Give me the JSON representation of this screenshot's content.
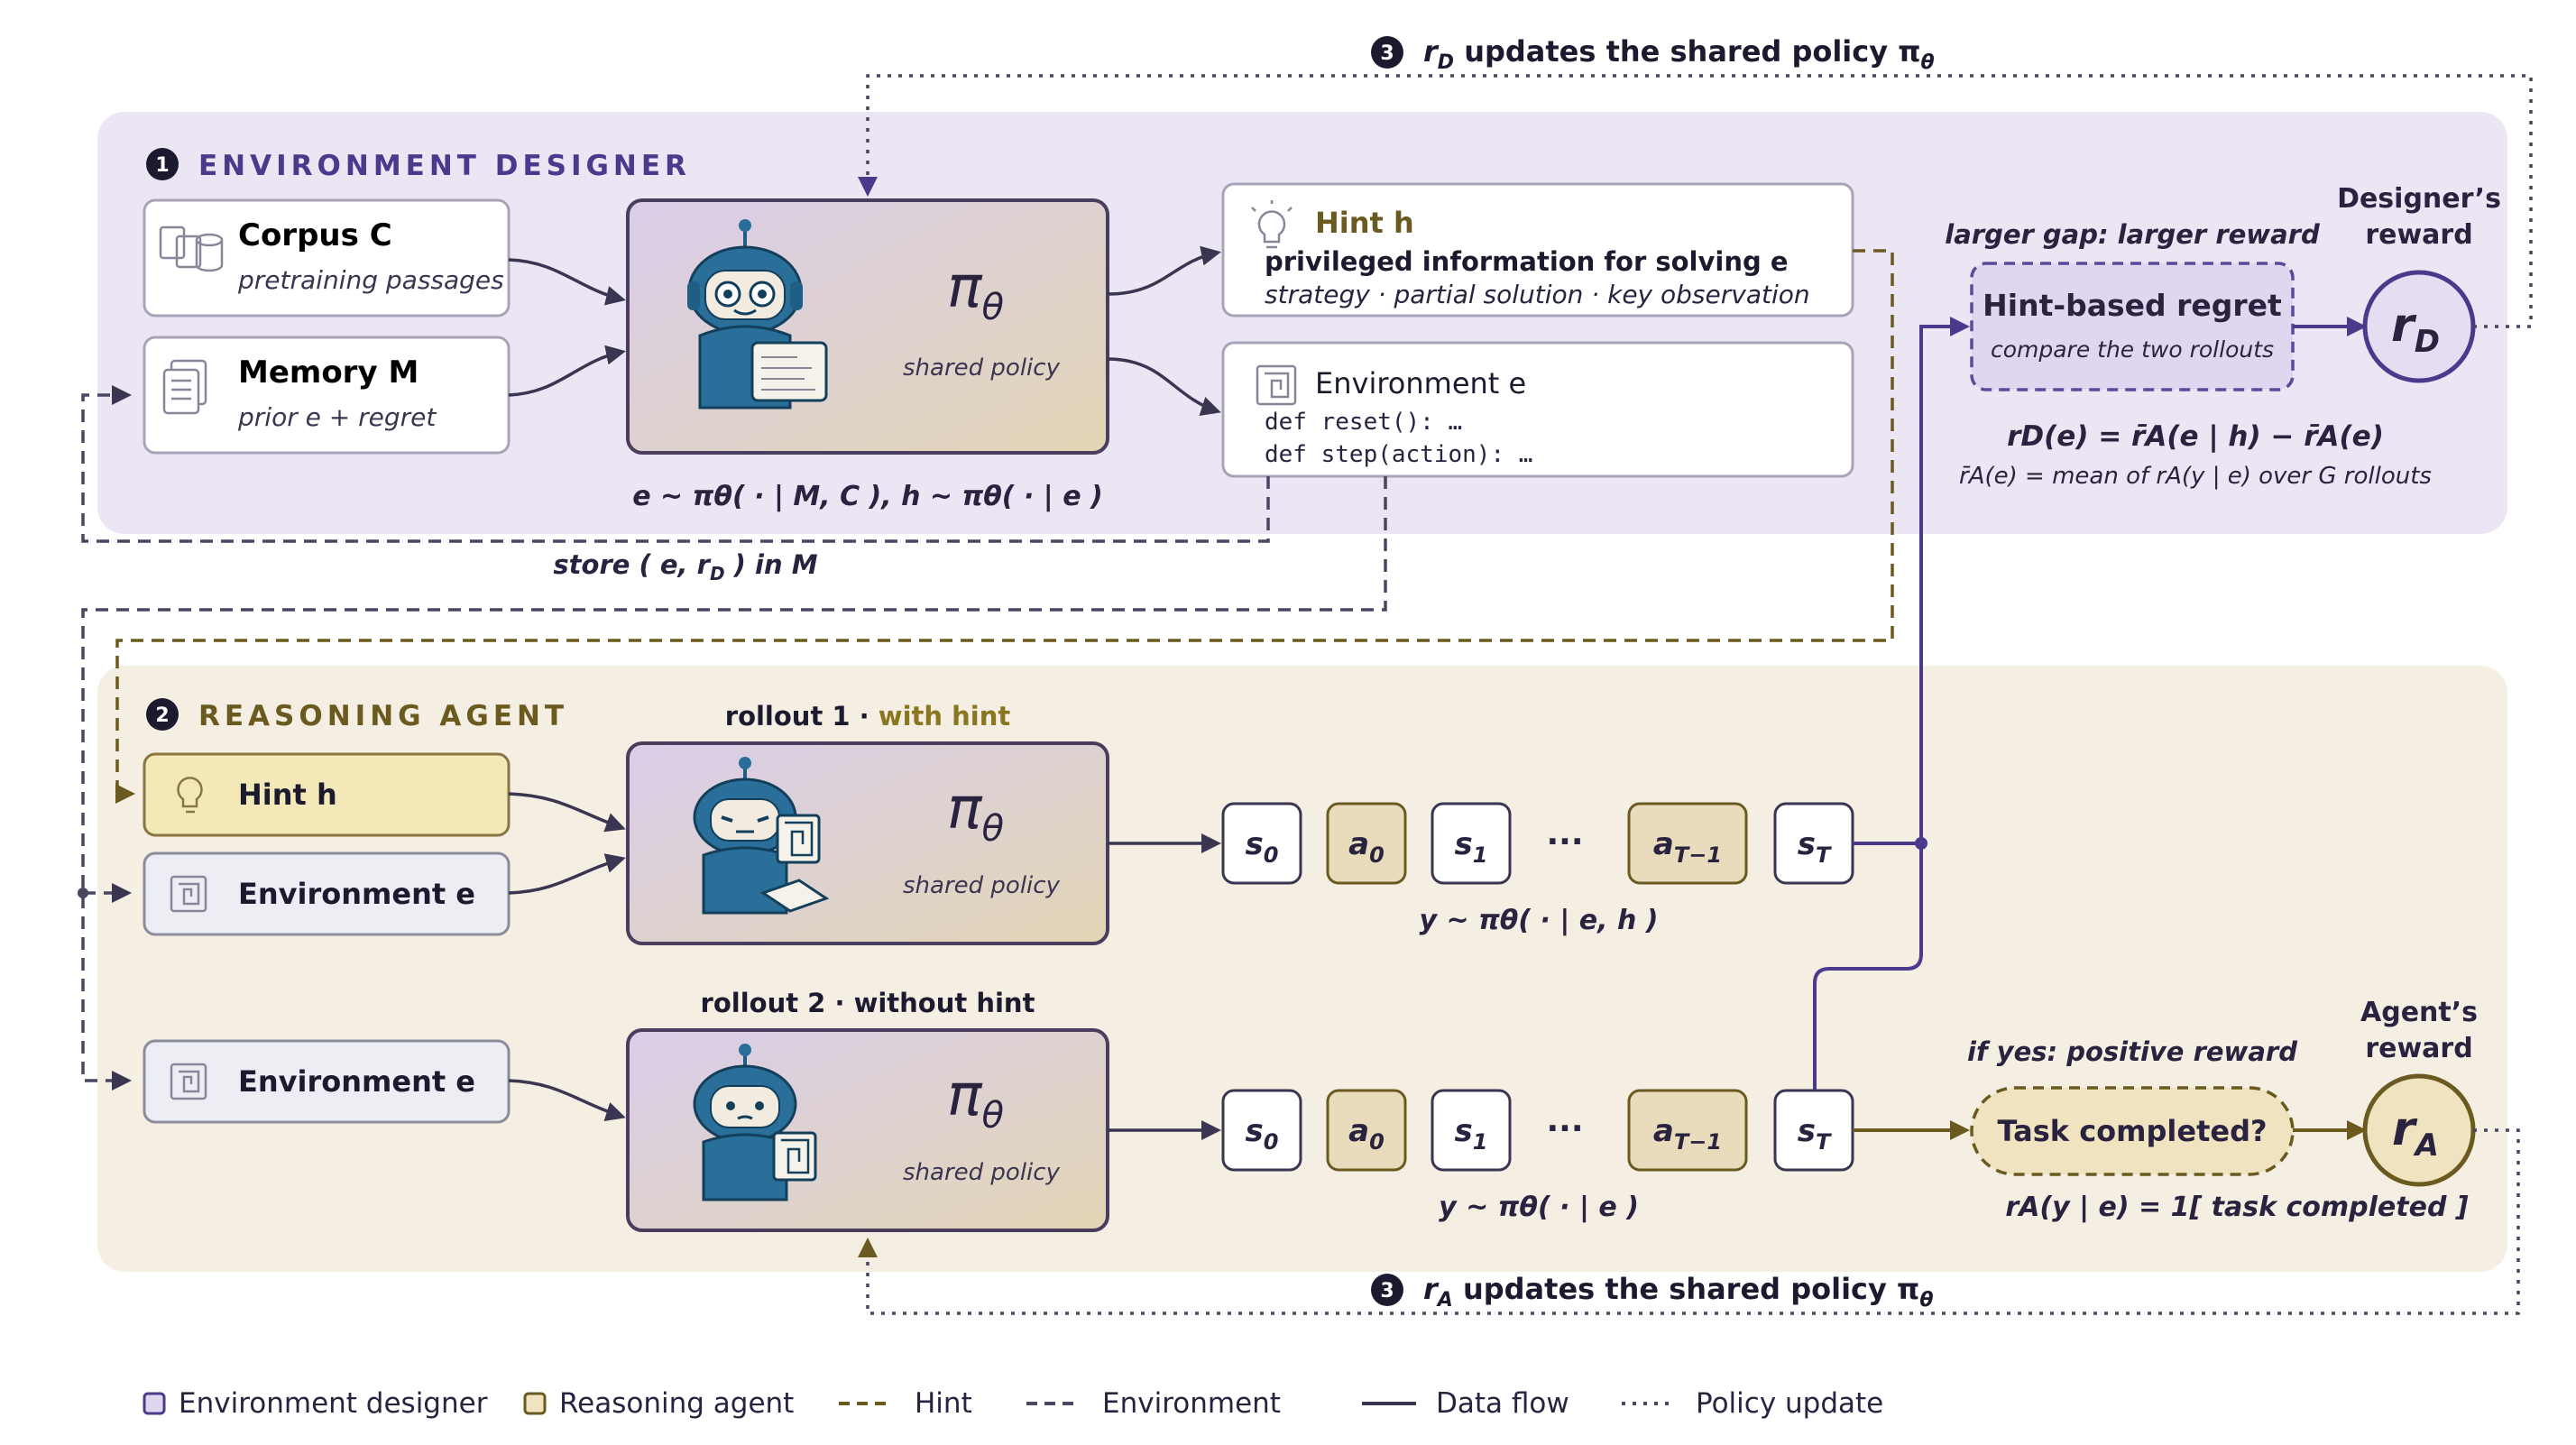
{
  "top_update": {
    "step": "3",
    "text": "r",
    "sub": "D",
    "rest": " updates the shared policy π",
    "theta": "θ"
  },
  "bottom_update": {
    "step": "3",
    "text": "r",
    "sub": "A",
    "rest": " updates the shared policy π",
    "theta": "θ"
  },
  "designer": {
    "step": "1",
    "title": "ENVIRONMENT DESIGNER",
    "corpus": {
      "title": "Corpus C",
      "subtitle": "pretraining passages"
    },
    "memory": {
      "title": "Memory M",
      "subtitle": "prior e + regret"
    },
    "policy": {
      "symbol": "π",
      "theta": "θ",
      "label": "shared policy"
    },
    "sampling": "e ~ πθ( · | M, C ),   h ~ πθ( · | e )",
    "hint": {
      "title": "Hint h",
      "line1": "privileged information for solving e",
      "line2": "strategy · partial solution · key observation"
    },
    "environment": {
      "title": "Environment e",
      "code1": "def reset(): …",
      "code2": "def step(action): …"
    },
    "store": "store ( e, rD ) in M",
    "regret": {
      "header": "larger gap: larger reward",
      "title": "Hint-based regret",
      "subtitle": "compare the two rollouts"
    },
    "reward_label1": "Designer’s",
    "reward_label2": "reward",
    "reward_symbol": "r",
    "reward_sub": "D",
    "formula1": "rD(e) = r̄A(e | h) − r̄A(e)",
    "formula2": "r̄A(e) = mean of rA(y | e) over G rollouts"
  },
  "agent": {
    "step": "2",
    "title": "REASONING AGENT",
    "hint_box": "Hint h",
    "env_box": "Environment e",
    "env_box2": "Environment e",
    "rollout1": {
      "label": "rollout 1 · ",
      "tag": "with hint"
    },
    "rollout2": {
      "label": "rollout 2 · without hint"
    },
    "policy": {
      "symbol": "π",
      "theta": "θ",
      "label": "shared policy"
    },
    "traj1": "y ~ πθ( · | e, h )",
    "traj2": "y ~ πθ( · | e )",
    "states": [
      "s0",
      "a0",
      "s1",
      "···",
      "aT−1",
      "sT"
    ],
    "if_yes": "if yes: positive reward",
    "task": "Task completed?",
    "reward_label1": "Agent’s",
    "reward_label2": "reward",
    "reward_symbol": "r",
    "reward_sub": "A",
    "formula": "rA(y | e) = 1[ task completed ]"
  },
  "legend": [
    "Environment designer",
    "Reasoning agent",
    "Hint",
    "Environment",
    "Data flow",
    "Policy update"
  ],
  "colors": {
    "designer_bg": "#ebe5f4",
    "agent_bg": "#f4efe2",
    "purple": "#4b3a8c",
    "gold": "#6b5a1f",
    "hint_fill": "#f3e8b8",
    "action_fill": "#e8dcbc"
  }
}
